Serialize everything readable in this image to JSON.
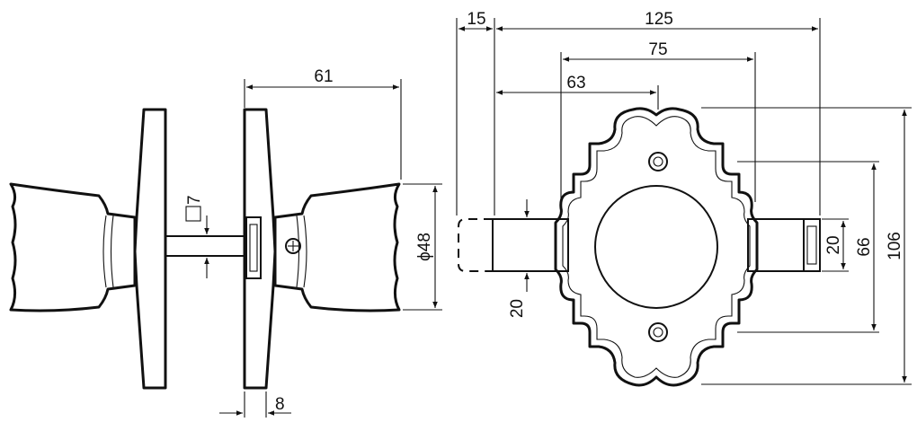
{
  "drawing": {
    "dimensions": {
      "overall_width": "125",
      "latch_offset": "15",
      "width_75": "75",
      "backset": "63",
      "depth": "61",
      "rose_thickness": "8",
      "spindle_square": "7",
      "knob_diameter": "ϕ48",
      "latch_height_left": "20",
      "latch_height_right": "20",
      "hole_pitch": "66",
      "plate_height": "106"
    }
  }
}
